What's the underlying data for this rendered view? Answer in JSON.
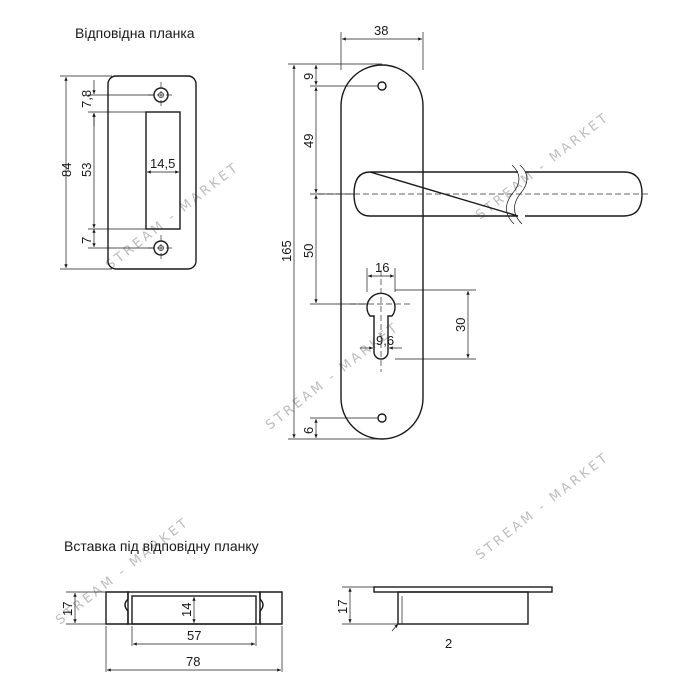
{
  "titles": {
    "strike_plate": "Відповідна планка",
    "insert": "Вставка під відповідну планку"
  },
  "watermark": "STREAM - MARKET",
  "dims": {
    "plate_height": "84",
    "plate_top": "7,8",
    "plate_slot": "53",
    "plate_slot_width": "14,5",
    "plate_bottom": "7",
    "handle_width": "38",
    "handle_top": "9",
    "handle_to_lever": "49",
    "handle_total": "165",
    "lever_to_key": "50",
    "key_width": "16",
    "key_height": "30",
    "key_slot": "9,6",
    "handle_bottom": "6",
    "insert_height": "17",
    "insert_inner_height": "14",
    "insert_inner_width": "57",
    "insert_total_width": "78",
    "side_height": "17",
    "side_thickness": "2"
  }
}
